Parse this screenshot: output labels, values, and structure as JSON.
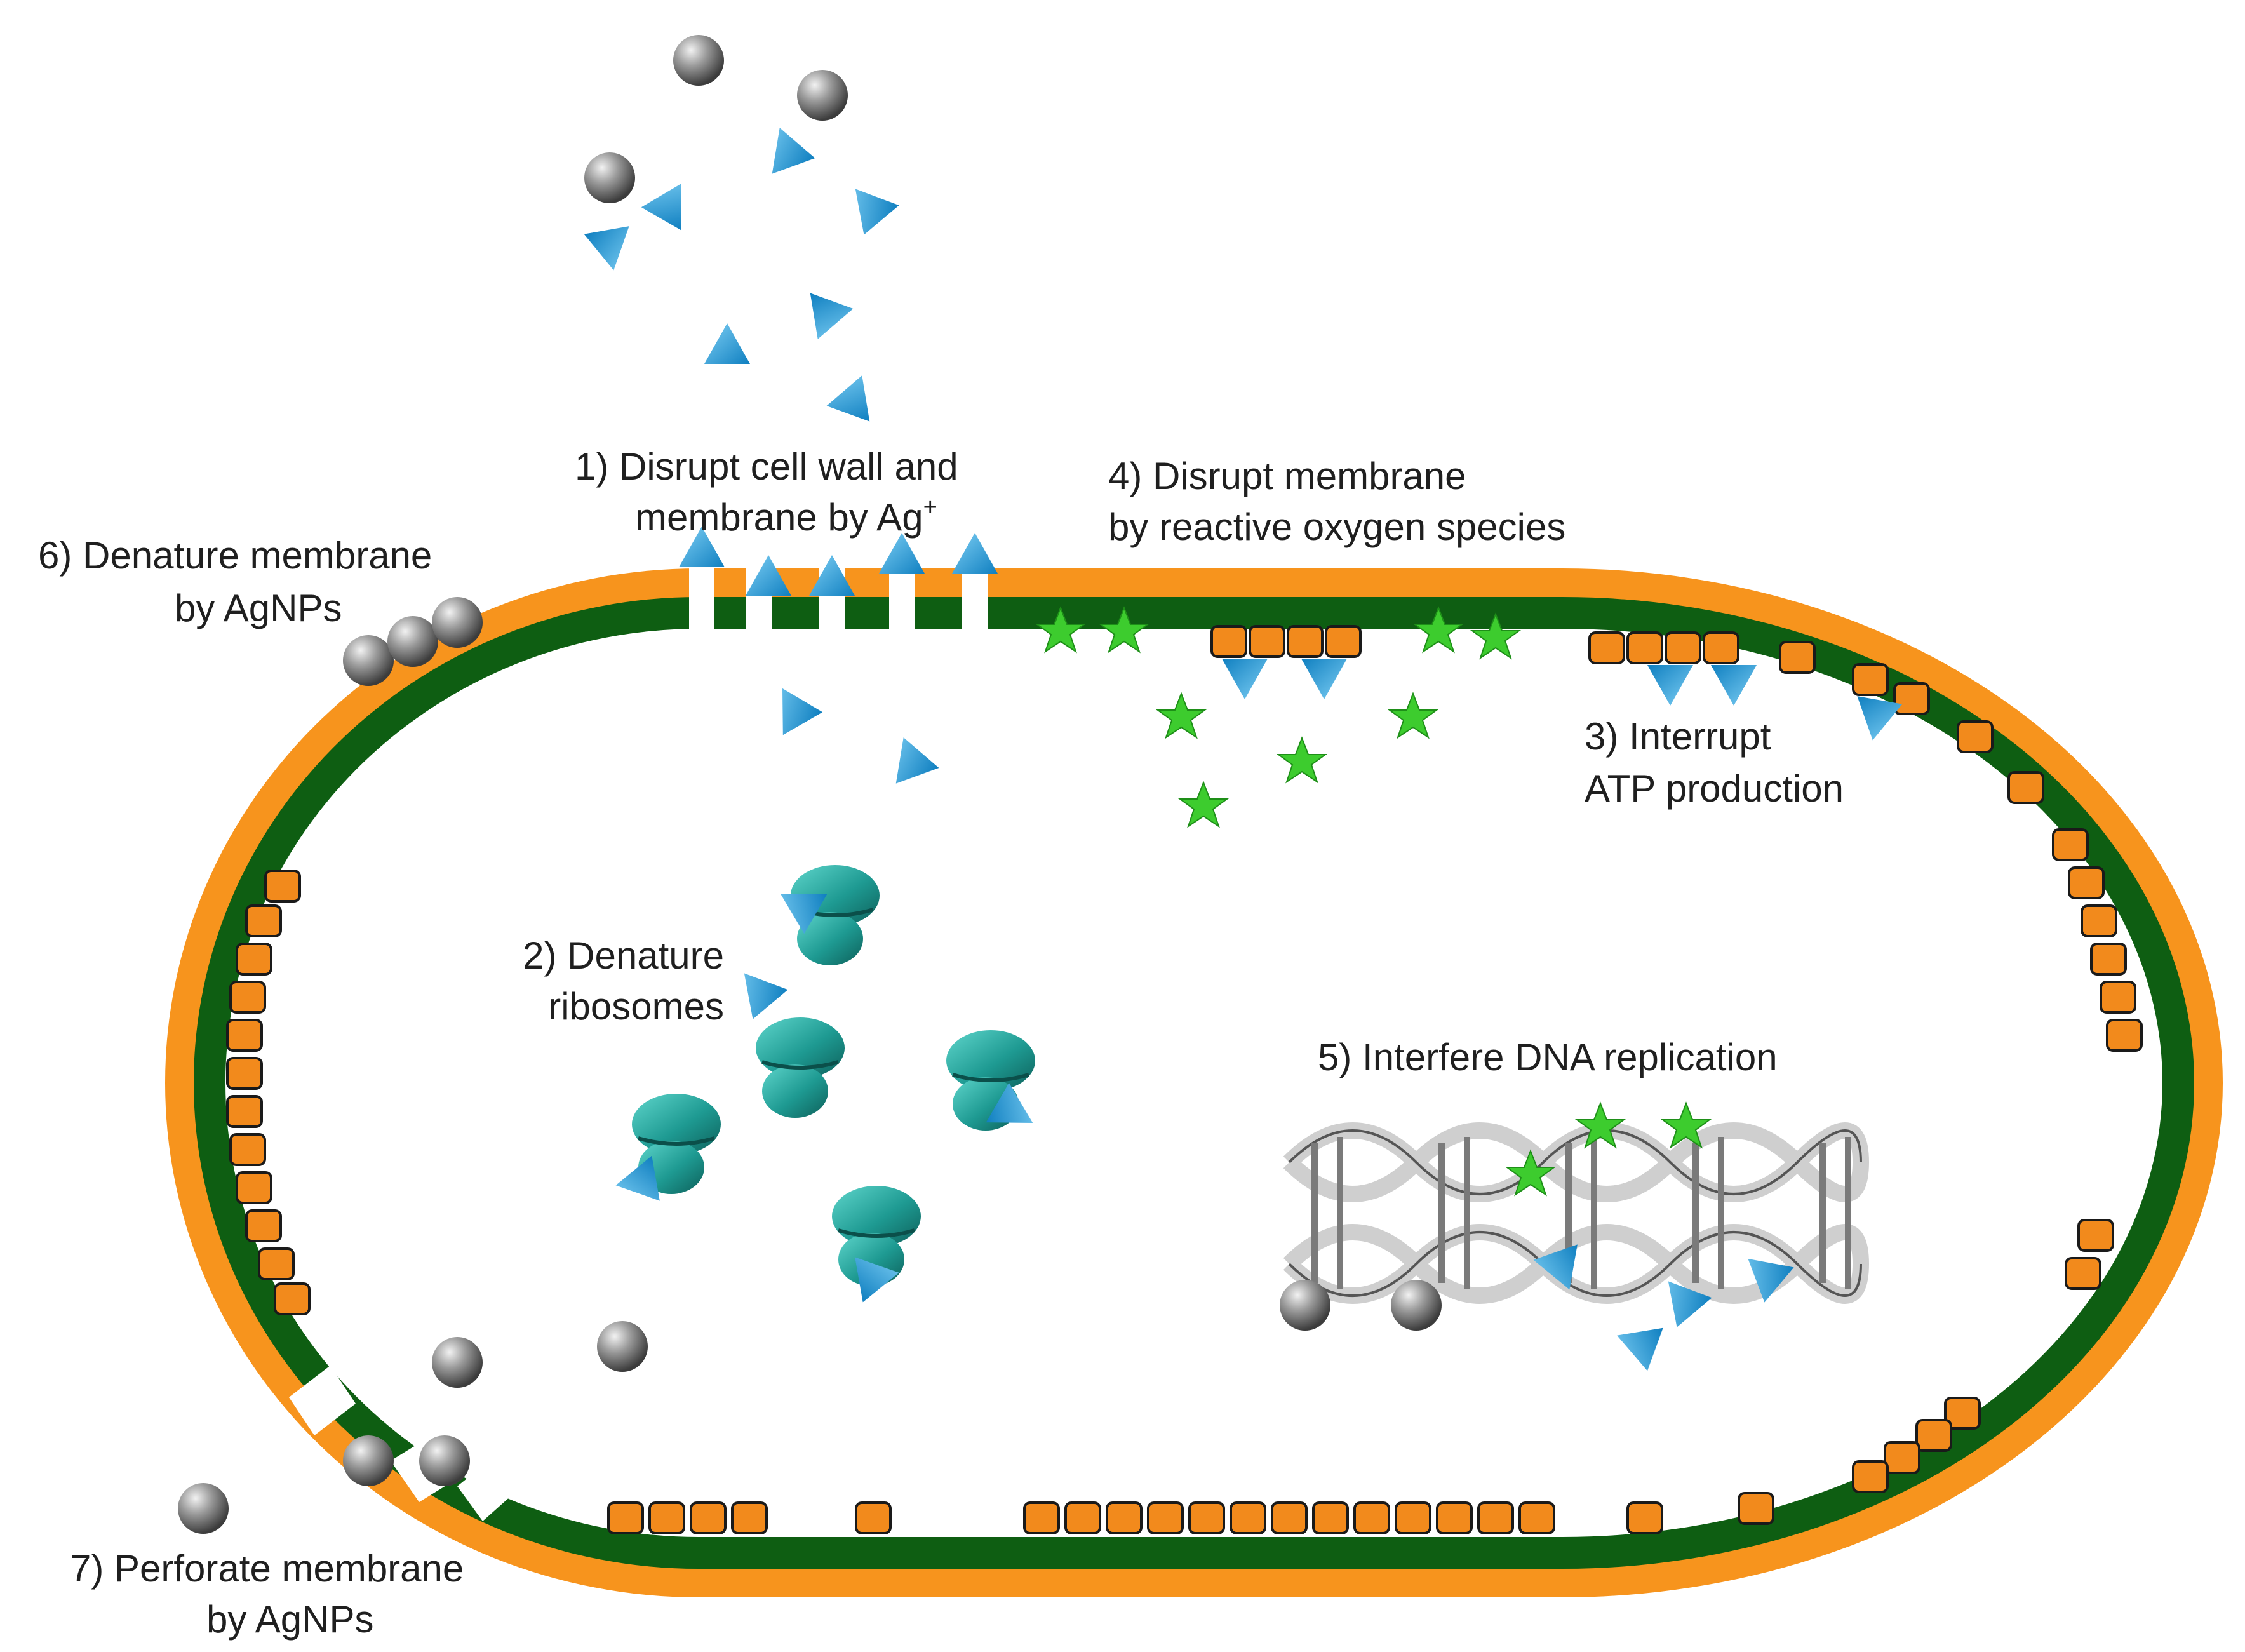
{
  "labels": {
    "step1_line1": "1)   Disrupt cell wall and",
    "step1_line2": "membrane by Ag",
    "step1_sup": "+",
    "step2_line1": "2) Denature",
    "step2_line2": "ribosomes",
    "step3_line1": "3) Interrupt",
    "step3_line2": "ATP production",
    "step4_line1": "4) Disrupt membrane",
    "step4_line2": "by reactive oxygen species",
    "step5": "5) Interfere DNA replication",
    "step6_line1": "6) Denature membrane",
    "step6_line2": "by AgNPs",
    "step7_line1": "7) Perforate membrane",
    "step7_line2": "by AgNPs"
  },
  "colors": {
    "cell_wall": "#F7941D",
    "membrane": "#0E5E12",
    "cytoplasm": "#FFFFFF",
    "silver_ion": "#1B9AD6",
    "silver_nanoparticle": "#7A7A7A",
    "ros_star": "#3DCC2E",
    "protein_block": "#F28A1C",
    "ribosome": "#1E9A92",
    "dna": "#BDBDBD"
  },
  "icons": {
    "silver_ion": "blue-triangle-icon",
    "silver_nanoparticle": "gray-sphere-icon",
    "reactive_oxygen_species": "green-star-icon",
    "membrane_protein": "orange-block-icon",
    "ribosome": "ribosome-icon",
    "dna": "dna-helix-icon"
  }
}
